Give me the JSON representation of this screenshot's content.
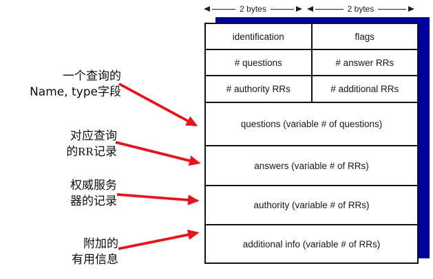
{
  "colors": {
    "shadow-blue": "#00009B",
    "arrow-red": "#E8131B"
  },
  "byte_scale": {
    "left_label": "2 bytes",
    "right_label": "2 bytes"
  },
  "annotations": [
    {
      "lines": [
        "一个查询的",
        "Name, type字段"
      ]
    },
    {
      "lines": [
        "对应查询",
        "的RR记录"
      ]
    },
    {
      "lines": [
        "权威服务",
        "器的记录"
      ]
    },
    {
      "lines": [
        "附加的",
        "有用信息"
      ]
    }
  ],
  "message_table": {
    "header_rows": [
      {
        "left": "identification",
        "right": "flags"
      },
      {
        "left": "# questions",
        "right": "# answer RRs"
      },
      {
        "left": "# authority RRs",
        "right": "# additional RRs"
      }
    ],
    "section_rows": [
      {
        "label": "questions (variable # of questions)"
      },
      {
        "label": "answers (variable # of RRs)"
      },
      {
        "label": "authority (variable # of RRs)"
      },
      {
        "label": "additional info (variable # of RRs)"
      }
    ]
  }
}
